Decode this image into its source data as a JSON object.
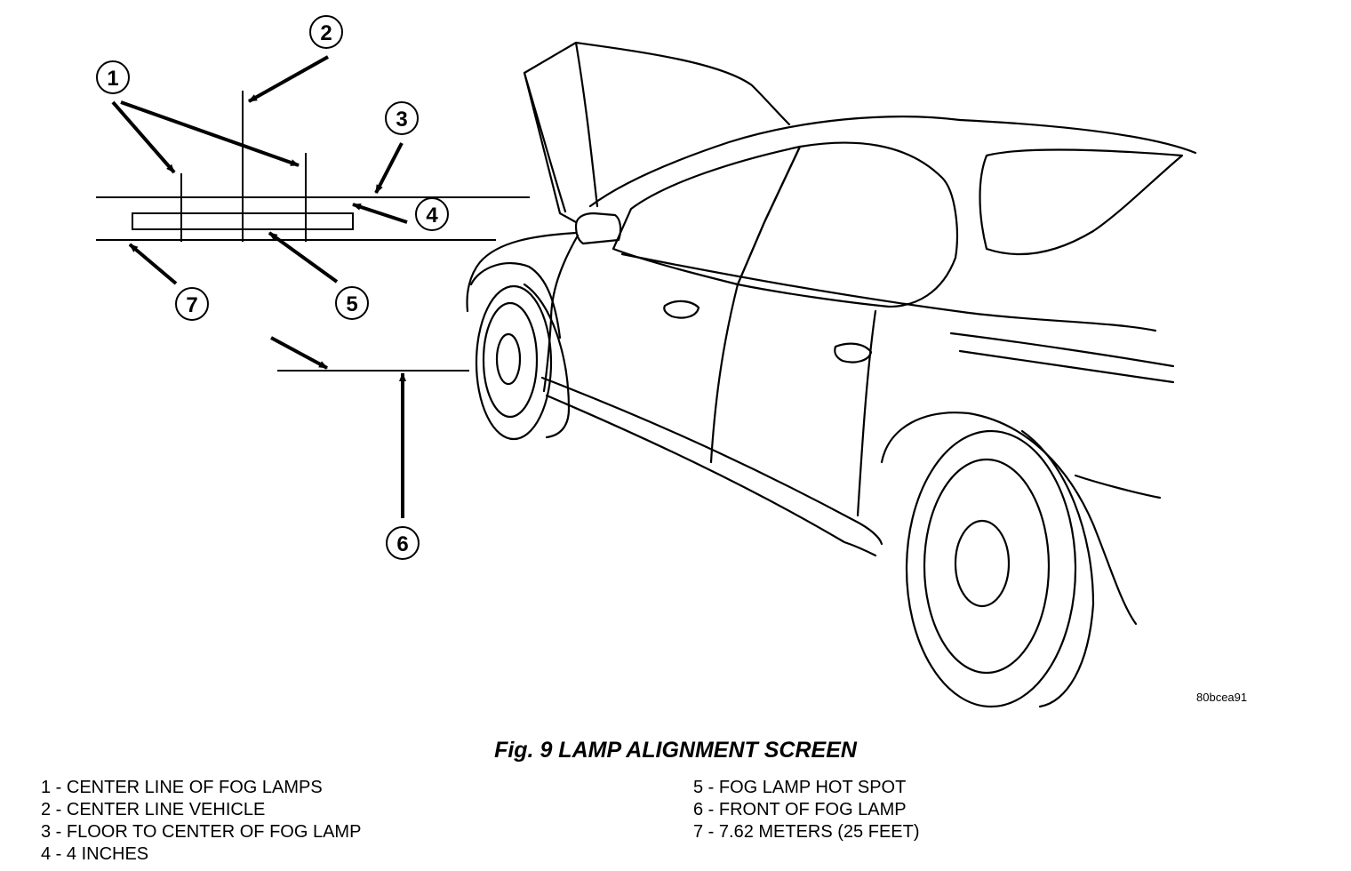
{
  "figure": {
    "drawing_id": "80bcea91",
    "caption": "Fig. 9 LAMP ALIGNMENT SCREEN",
    "callouts": [
      "1",
      "2",
      "3",
      "4",
      "5",
      "6",
      "7"
    ]
  },
  "legend": {
    "left": [
      "1 - CENTER LINE OF FOG LAMPS",
      "2 - CENTER LINE VEHICLE",
      "3 - FLOOR TO CENTER OF FOG LAMP",
      "4 - 4 INCHES"
    ],
    "right": [
      "5 - FOG LAMP HOT SPOT",
      "6 - FRONT OF FOG LAMP",
      "7 - 7.62 METERS (25 FEET)"
    ]
  }
}
